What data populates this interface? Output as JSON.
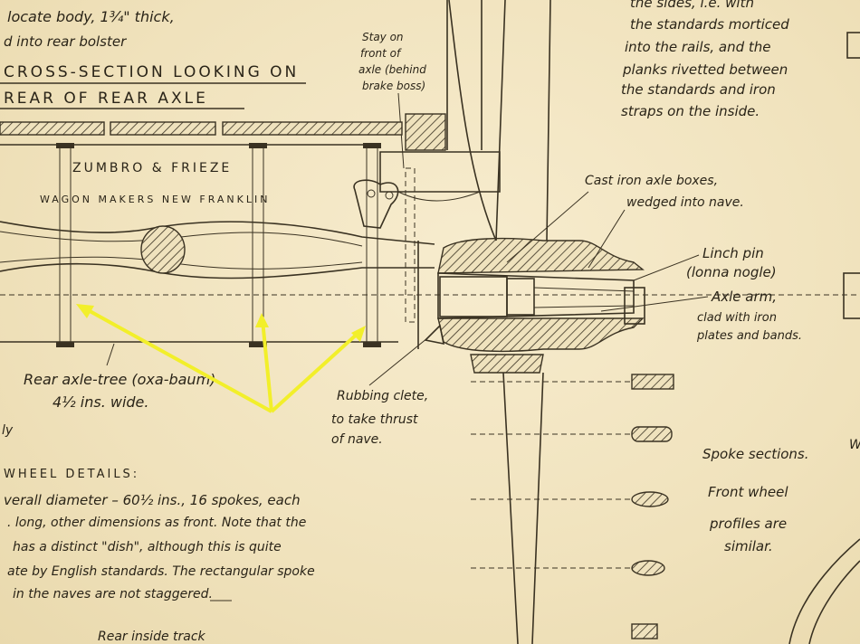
{
  "notes": {
    "top_left_1": "locate body, 1¾\" thick,",
    "top_left_2": "d into rear bolster",
    "title_1": "CROSS-SECTION LOOKING ON",
    "title_2": "REAR OF REAR AXLE",
    "stay_1": "Stay on",
    "stay_2": "front of",
    "stay_3": "axle (behind",
    "stay_4": "brake boss)",
    "sides_1": "the sides, i.e. with",
    "sides_2": "the standards morticed",
    "sides_3": "into the rails, and the",
    "sides_4": "planks rivetted between",
    "sides_5": "the standards and iron",
    "sides_6": "straps on the inside.",
    "maker_1": "ZUMBRO & FRIEZE",
    "maker_2": "WAGON MAKERS NEW FRANKLIN",
    "castiron_1": "Cast iron axle boxes,",
    "castiron_2": "wedged into nave.",
    "linch_1": "Linch pin",
    "linch_2": "(lonna nogle)",
    "axlearm_1": "Axle arm,",
    "axlearm_2": "clad with iron",
    "axlearm_3": "plates and bands.",
    "axletree_1": "Rear axle-tree (oxa-baum)",
    "axletree_2": "4½ ins. wide.",
    "rubbing_1": "Rubbing clete,",
    "rubbing_2": "to take thrust",
    "rubbing_3": "of nave.",
    "left_ly": "ly",
    "spoke_sections": "Spoke sections.",
    "front_1": "Front wheel",
    "front_2": "profiles are",
    "front_3": "similar.",
    "wheel_title": "WHEEL DETAILS:",
    "wheel_1": "verall diameter – 60½ ins., 16 spokes, each",
    "wheel_2": ". long, other dimensions as front. Note that the",
    "wheel_3": "has a distinct \"dish\", although this is quite",
    "wheel_4": "ate by English standards. The rectangular spoke",
    "wheel_5": "in the naves are not staggered.",
    "rear_inside": "Rear inside track",
    "edge_w": "W"
  },
  "colors": {
    "paper": "#f2e6c2",
    "ink": "#3a3222",
    "highlight": "#f2ef2a"
  }
}
